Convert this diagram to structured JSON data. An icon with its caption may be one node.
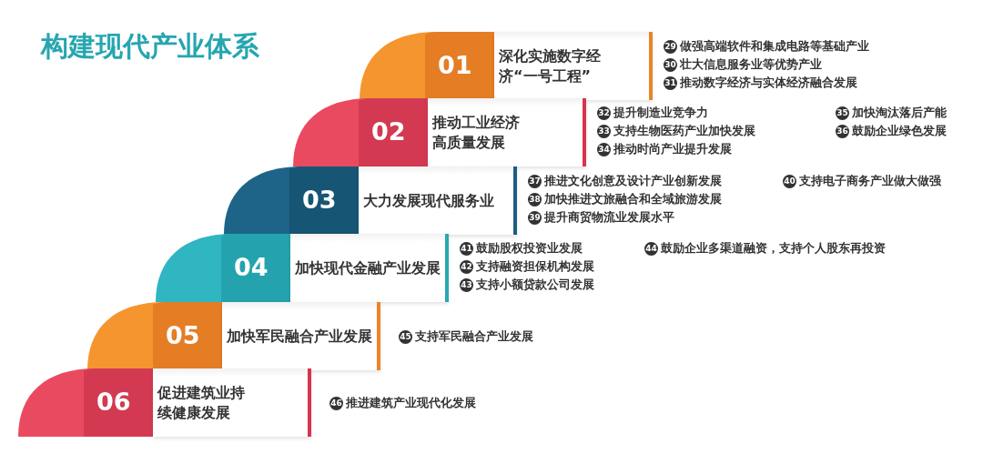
{
  "diagram": {
    "title": "构建现代产业体系",
    "nodes": [
      {
        "text": [
          "01"
        ]
      },
      {
        "text": [
          "深化实施数字经济“一号工程”"
        ],
        "beside": [
          "29 做强高端软件和集成电路等基础产业",
          "30 壮大信息服务业等优势产业",
          "31 推动数字经济与实体经济融合发展"
        ]
      },
      {
        "text": [
          "02"
        ]
      },
      {
        "text": [
          "推动工业经济高质量发展"
        ],
        "beside": [
          "32 提升制造业竞争力",
          "33 支持生物医药产业加快发展",
          "34 推动时尚产业提升发展",
          "35 加快淘汰落后产能",
          "36 鼓励企业绿色发展"
        ]
      },
      {
        "text": [
          "03"
        ]
      },
      {
        "text": [
          "大力发展现代服务业"
        ],
        "beside": [
          "37 推进文化创意及设计产业创新发展",
          "38 加快推进文旅融合和全域旅游发展",
          "39 提升商贸物流业发展水平"
        ]
      },
      {
        "text": [
          "04"
        ]
      },
      {
        "text": [
          "加快现代金融产业发展"
        ],
        "beside": [
          "41 鼓励股权投资业发展",
          "42 支持融资担保机构发展",
          "43 支持小额贷款公司发展"
        ]
      },
      {
        "text": [
          "05"
        ]
      },
      {
        "text": [
          "加快军民融合产业发展"
        ],
        "beside": [
          "45 支持军民融合产业发展"
        ]
      },
      {
        "text": [
          "06"
        ]
      },
      {
        "text": [
          "促进建筑业持续健康发展"
        ],
        "beside": [
          "46 推进建筑产业现代化发展"
        ]
      }
    ],
    "labels": [
      "40 支持电子商务产业做大做强",
      "44 鼓励企业多渠道融资，支持个人股东再投资"
    ]
  }
}
